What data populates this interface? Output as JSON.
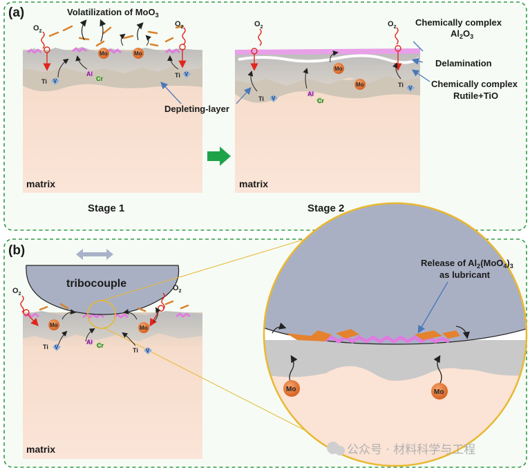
{
  "panel_a": {
    "label": "(a)",
    "volatilization": "Volatilization of MoO",
    "volatilization_sub": "3",
    "stage1": "Stage 1",
    "stage2": "Stage 2",
    "matrix": "matrix",
    "depleting_layer": "Depleting-layer",
    "complex_al2o3_line1": "Chemically complex",
    "complex_al2o3_line2_a": "Al",
    "complex_al2o3_line2_b": "2",
    "complex_al2o3_line2_c": "O",
    "complex_al2o3_line2_d": "3",
    "delamination": "Delamination",
    "complex_rutile_line1": "Chemically complex",
    "complex_rutile_line2": "Rutile+TiO"
  },
  "panel_b": {
    "label": "(b)",
    "tribocouple": "tribocouple",
    "matrix": "matrix",
    "release_line1_a": "Release of Al",
    "release_line1_b": "2",
    "release_line1_c": "(MoO",
    "release_line1_d": "4",
    "release_line1_e": ")",
    "release_line1_f": "3",
    "release_line2": "as lubricant"
  },
  "elements": {
    "o2": "O",
    "o2_sub": "2",
    "mo": "Mo",
    "ti": "Ti",
    "v": "V",
    "al": "Al",
    "cr": "Cr"
  },
  "watermark": "公众号 · 材料科学与工程",
  "colors": {
    "frame": "#2e9a45",
    "matrix": "#fbe3d5",
    "oxide": "#c7c7c7",
    "mo_ball": "#e06a2a",
    "al2o3": "#e07be0",
    "tribocouple": "#aab0c4",
    "zoom": "#e8b830",
    "arrow_green": "#1fa34a",
    "red_path": "#e0261e",
    "blue_arrow": "#4a78b8"
  }
}
